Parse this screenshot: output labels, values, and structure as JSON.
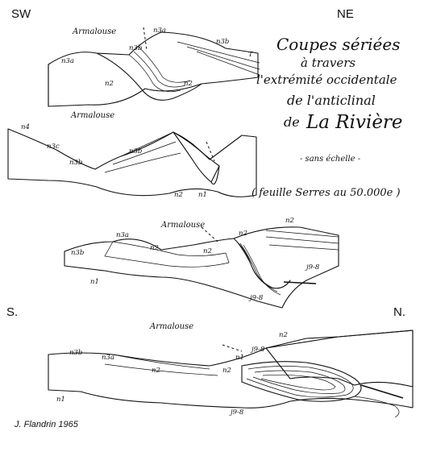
{
  "orientation": {
    "top_left": "SW",
    "top_right": "NE",
    "bottom_left": "S.",
    "bottom_right": "N."
  },
  "title": {
    "line1": "Coupes sériées",
    "line2": "à travers",
    "line3": "l'extrémité occidentale",
    "line4": "de l'anticlinal",
    "line5a": "de",
    "line5b": "La Rivière",
    "scale_note": "- sans échelle -",
    "sheet_note": "( feuille Serres au 50.000e )"
  },
  "sections": [
    {
      "place": "Armalouse",
      "labels": [
        "n3a",
        "n3b",
        "n3a",
        "n3b",
        "n2",
        "n2",
        "T"
      ]
    },
    {
      "place": "Armalouse",
      "labels": [
        "n4",
        "n3c",
        "n3b",
        "n3b",
        "n2",
        "n1"
      ]
    },
    {
      "place": "Armalouse",
      "labels": [
        "n3b",
        "n3a",
        "n2",
        "n2",
        "n2",
        "n2",
        "n1",
        "j9-8",
        "j9-8"
      ]
    },
    {
      "place": "Armalouse",
      "labels": [
        "n3b",
        "n3a",
        "n2",
        "n2",
        "n2",
        "n1",
        "n1",
        "j9-8",
        "j9-8"
      ]
    }
  ],
  "author": "J. Flandrin  1965"
}
